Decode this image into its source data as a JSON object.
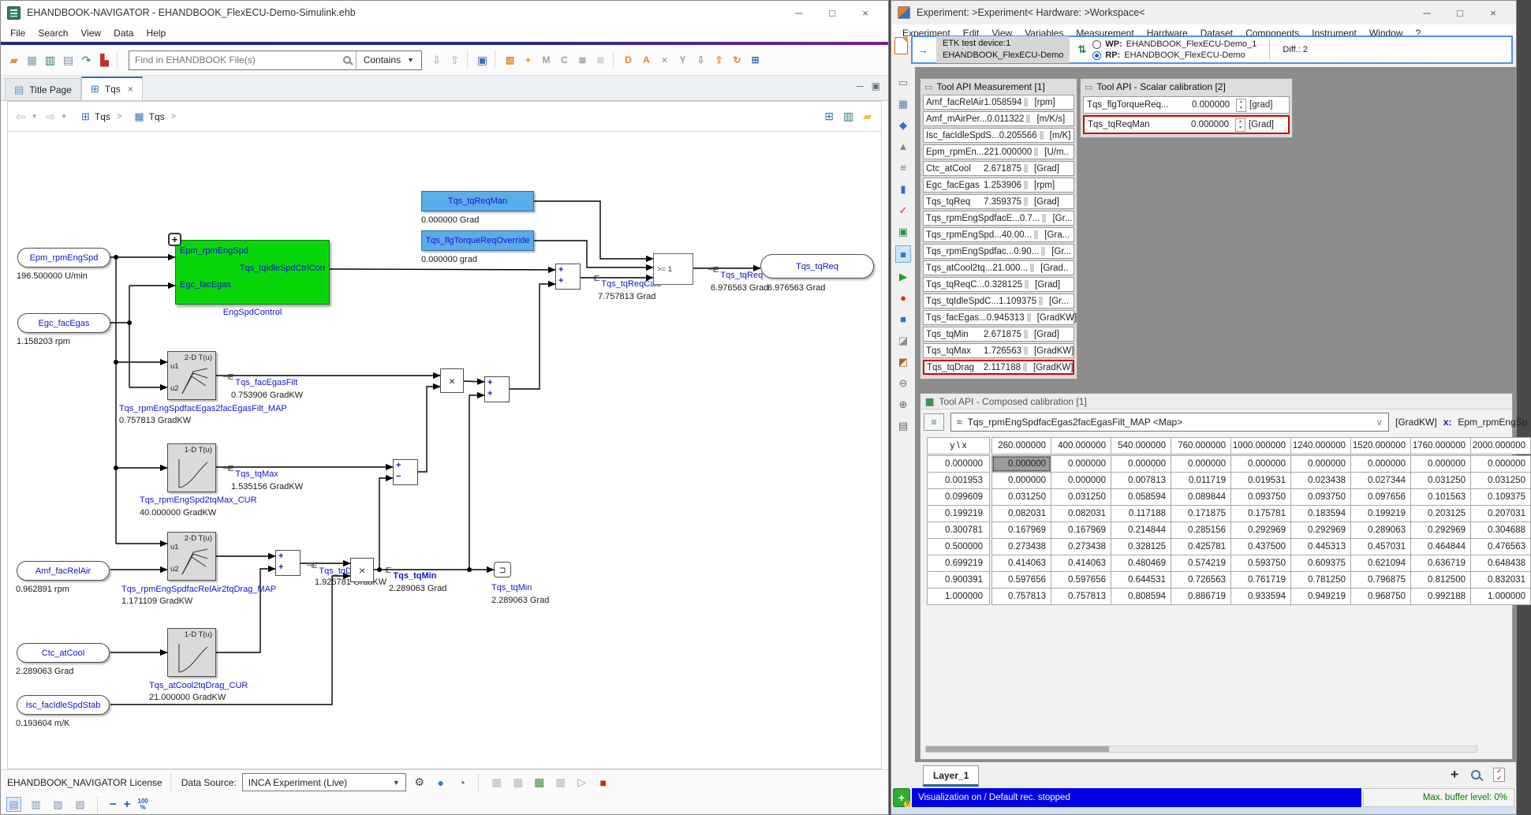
{
  "left_window": {
    "title": "EHANDBOOK-NAVIGATOR - EHANDBOOK_FlexECU-Demo-Simulink.ehb",
    "menu": [
      "File",
      "Search",
      "View",
      "Data",
      "Help"
    ],
    "toolbar": {
      "search_placeholder": "Find in EHANDBOOK File(s)",
      "contains_label": "Contains",
      "icons_file": [
        {
          "name": "open-folder-icon",
          "glyph": "▰",
          "color": "#d89c3a"
        },
        {
          "name": "save-icon",
          "glyph": "▦",
          "color": "#8a97a8"
        },
        {
          "name": "ebook-icon",
          "glyph": "▥",
          "color": "#2f7d6d"
        },
        {
          "name": "print-icon",
          "glyph": "▤",
          "color": "#7d8da0"
        },
        {
          "name": "export-book-icon",
          "glyph": "↷",
          "color": "#2f7d6d"
        },
        {
          "name": "pdf-export-icon",
          "glyph": "▙",
          "color": "#c03028"
        }
      ],
      "icons_nav": [
        {
          "name": "search-down-icon",
          "glyph": "⇩",
          "color": "#9aa4ae"
        },
        {
          "name": "search-up-icon",
          "glyph": "⇧",
          "color": "#9aa4ae"
        }
      ],
      "icons_window": [
        {
          "name": "window-icon",
          "glyph": "▣",
          "color": "#3b6fbb"
        }
      ],
      "icons_blocks": [
        {
          "name": "add-folder-icon",
          "glyph": "▧",
          "color": "#e08a28"
        },
        {
          "name": "add-block-icon",
          "glyph": "+",
          "color": "#e08a28"
        },
        {
          "name": "block-m-icon",
          "glyph": "M",
          "color": "#98a2ae"
        },
        {
          "name": "block-c-icon",
          "glyph": "C",
          "color": "#98a2ae"
        },
        {
          "name": "list-icon",
          "glyph": "≣",
          "color": "#98a2ae"
        },
        {
          "name": "list-remove-icon",
          "glyph": "≣",
          "color": "#c4c9cf"
        }
      ],
      "icons_data": [
        {
          "name": "block-d-icon",
          "glyph": "D",
          "color": "#e08a28"
        },
        {
          "name": "block-a-icon",
          "glyph": "A",
          "color": "#e08a28"
        },
        {
          "name": "block-remove-icon",
          "glyph": "×",
          "color": "#98a2ae"
        },
        {
          "name": "branch-icon",
          "glyph": "Y",
          "color": "#98a2ae"
        },
        {
          "name": "arrow-down-icon",
          "glyph": "⇩",
          "color": "#98a2ae"
        },
        {
          "name": "arrow-up-icon",
          "glyph": "⇧",
          "color": "#e08a28"
        },
        {
          "name": "refresh-block-icon",
          "glyph": "↻",
          "color": "#e08a28"
        },
        {
          "name": "tile-windows-icon",
          "glyph": "⊞",
          "color": "#3b6fbb"
        }
      ]
    },
    "tabs": {
      "title_page": "Title Page",
      "tqs": "Tqs"
    },
    "breadcrumb": {
      "item1": "Tqs",
      "item2": "Tqs"
    },
    "diagram": {
      "inport_epm": {
        "label": "Epm_rpmEngSpd",
        "value": "196.500000 U/min"
      },
      "inport_egc": {
        "label": "Egc_facEgas",
        "value": "1.158203 rpm"
      },
      "inport_amf": {
        "label": "Amf_facRelAir",
        "value": "0.962891 rpm"
      },
      "inport_ctc": {
        "label": "Ctc_atCool",
        "value": "2.289063 Grad"
      },
      "inport_isc": {
        "label": "Isc_facIdleSpdStab",
        "value": "0.193604 m/K"
      },
      "outport_tqreq": {
        "label": "Tqs_tqReq",
        "value": "6.976563 Grad"
      },
      "from_tqreqman": {
        "label": "Tqs_tqReqMan",
        "value": "0.000000 Grad"
      },
      "from_override": {
        "label": "Tqs_flgTorqueReqOverride",
        "value": "0.000000 grad"
      },
      "subsystem": {
        "in1": "Epm_rpmEngSpd",
        "in2": "Egc_facEgas",
        "out": "Tqs_tqIdleSpdCtrlCorr",
        "name": "EngSpdControl"
      },
      "lut_egas": {
        "type": "2-D T(u)",
        "u1": "u1",
        "u2": "u2",
        "name": "Tqs_rpmEngSpdfacEgas2facEgasFilt_MAP",
        "value": "0.757813 GradKW"
      },
      "lut_tqmax": {
        "type": "1-D T(u)",
        "name": "Tqs_rpmEngSpd2tqMax_CUR",
        "value": "40.000000 GradKW"
      },
      "lut_drag": {
        "type": "2-D T(u)",
        "u1": "u1",
        "u2": "u2",
        "name": "Tqs_rpmEngSpdfacRelAir2tqDrag_MAP",
        "value": "1.171109 GradKW"
      },
      "lut_atcool": {
        "type": "1-D T(u)",
        "name": "Tqs_atCool2tqDrag_CUR",
        "value": "21.000000 GradKW"
      },
      "switch_label": ">= 1",
      "goto": {
        "label": "Tqs_tqMin",
        "value": "2.289063 Grad"
      },
      "sig_facegasfilt": {
        "label": "Tqs_facEgasFilt",
        "value": "0.753906 GradKW"
      },
      "sig_tqmax": {
        "label": "Tqs_tqMax",
        "value": "1.535156 GradKW"
      },
      "sig_tqdrag": {
        "label": "Tqs_tqDrag",
        "value": "1.925781 GradKW"
      },
      "sig_tqmin": {
        "label": "Tqs_tqMin",
        "value": "2.289063 Grad"
      },
      "sig_tqreqcalc": {
        "label": "Tqs_tqReqCalc",
        "value": "7.757813 Grad"
      },
      "sig_tqreq": {
        "label": "Tqs_tqReq",
        "value": "6.976563 Grad"
      }
    },
    "statusbar": {
      "license": "EHANDBOOK_NAVIGATOR License",
      "data_source_label": "Data Source:",
      "data_source_value": "INCA Experiment (Live)",
      "zoom_value": "100",
      "zoom_percent": "%"
    }
  },
  "right_window": {
    "title": "Experiment: >Experiment< Hardware: >Workspace<",
    "menu": [
      "Experiment",
      "Edit",
      "View",
      "Variables",
      "Measurement",
      "Hardware",
      "Dataset",
      "Components",
      "Instrument",
      "Window",
      "?"
    ],
    "device_bar": {
      "device_line1": "ETK test device:1",
      "device_line2": "EHANDBOOK_FlexECU-Demo",
      "wp_label": "WP:",
      "wp_value": "EHANDBOOK_FlexECU-Demo_1",
      "rp_label": "RP:",
      "rp_value": "EHANDBOOK_FlexECU-Demo",
      "diff": "Diff.: 2"
    },
    "vt_icons": [
      {
        "name": "ruler-icon",
        "glyph": "▭",
        "color": "#777777"
      },
      {
        "name": "save-dataset-icon",
        "glyph": "▦",
        "color": "#5b7fae"
      },
      {
        "name": "gem-icon",
        "glyph": "◆",
        "color": "#2f6fd0"
      },
      {
        "name": "chart-edit-icon",
        "glyph": "▲",
        "color": "#8a8a8a"
      },
      {
        "name": "sliders-icon",
        "glyph": "≡",
        "color": "#777777"
      },
      {
        "name": "chart-icon",
        "glyph": "▮",
        "color": "#2f6fd0"
      },
      {
        "name": "checklist-icon",
        "glyph": "✓",
        "color": "#cc2222"
      },
      {
        "name": "vb-icon",
        "glyph": "▣",
        "color": "#2e8b44"
      },
      {
        "name": "display-icon",
        "glyph": "■",
        "color": "#2f7bd4"
      },
      {
        "name": "start-measurement-icon",
        "glyph": "▶",
        "color": "#1da11d"
      },
      {
        "name": "record-icon",
        "glyph": "●",
        "color": "#e03010"
      },
      {
        "name": "stop-icon",
        "glyph": "■",
        "color": "#2f6fd0"
      },
      {
        "name": "hammer-icon",
        "glyph": "◪",
        "color": "#8a8a8a"
      },
      {
        "name": "tool-red-icon",
        "glyph": "◩",
        "color": "#b0622a"
      },
      {
        "name": "zoom-out-icon",
        "glyph": "⊖",
        "color": "#666677"
      },
      {
        "name": "zoom-in-icon",
        "glyph": "⊕",
        "color": "#666677"
      },
      {
        "name": "layers-icon",
        "glyph": "▤",
        "color": "#666677"
      }
    ],
    "measurement_panel": {
      "title": "Tool API Measurement [1]",
      "rows": [
        {
          "name": "Amf_facRelAir",
          "value": "1.058594",
          "unit": "[rpm]"
        },
        {
          "name": "Amf_mAirPer...",
          "value": "0.011322",
          "unit": "[m/K/s]"
        },
        {
          "name": "Isc_facIdleSpdS...",
          "value": "0.205566",
          "unit": "[m/K]"
        },
        {
          "name": "Epm_rpmEn...",
          "value": "221.000000",
          "unit": "[U/m.."
        },
        {
          "name": "Ctc_atCool",
          "value": "2.671875",
          "unit": "[Grad]"
        },
        {
          "name": "Egc_facEgas",
          "value": "1.253906",
          "unit": "[rpm]"
        },
        {
          "name": "Tqs_tqReq",
          "value": "7.359375",
          "unit": "[Grad]"
        },
        {
          "name": "Tqs_rpmEngSpdfacE...",
          "value": "0.7...",
          "unit": "[Gr..."
        },
        {
          "name": "Tqs_rpmEngSpd...",
          "value": "40.00...",
          "unit": "[Gra..."
        },
        {
          "name": "Tqs_rpmEngSpdfac...",
          "value": "0.90...",
          "unit": "[Gr..."
        },
        {
          "name": "Tqs_atCool2tq...",
          "value": "21.000...",
          "unit": "[Grad.."
        },
        {
          "name": "Tqs_tqReqC...",
          "value": "0.328125",
          "unit": "[Grad]"
        },
        {
          "name": "Tqs_tqIdleSpdC...",
          "value": "1.109375",
          "unit": "[Gr..."
        },
        {
          "name": "Tqs_facEgas...",
          "value": "0.945313",
          "unit": "[GradKW]"
        },
        {
          "name": "Tqs_tqMin",
          "value": "2.671875",
          "unit": "[Grad]"
        },
        {
          "name": "Tqs_tqMax",
          "value": "1.726563",
          "unit": "[GradKW]"
        },
        {
          "name": "Tqs_tqDrag",
          "value": "2.117188",
          "unit": "[GradKW]"
        }
      ]
    },
    "scalar_panel": {
      "title": "Tool API - Scalar calibration [2]",
      "rows": [
        {
          "name": "Tqs_flgTorqueReq...",
          "value": "0.000000",
          "unit": "[grad]"
        },
        {
          "name": "Tqs_tqReqMan",
          "value": "0.000000",
          "unit": "[Grad]"
        }
      ]
    },
    "composed_panel": {
      "title": "Tool API - Composed calibration [1]",
      "map_selector": "Tqs_rpmEngSpdfacEgas2facEgasFilt_MAP <Map>",
      "unit": "[GradKW]",
      "x_label": "x:",
      "x_value": "Epm_rpmEngSp",
      "corner": "y \\ x",
      "columns": [
        "260.000000",
        "400.000000",
        "540.000000",
        "760.000000",
        "1000.000000",
        "1240.000000",
        "1520.000000",
        "1760.000000",
        "2000.000000"
      ],
      "rows": [
        {
          "y": "0.000000",
          "cells": [
            "0.000000",
            "0.000000",
            "0.000000",
            "0.000000",
            "0.000000",
            "0.000000",
            "0.000000",
            "0.000000",
            "0.000000"
          ]
        },
        {
          "y": "0.001953",
          "cells": [
            "0.000000",
            "0.000000",
            "0.007813",
            "0.011719",
            "0.019531",
            "0.023438",
            "0.027344",
            "0.031250",
            "0.031250"
          ]
        },
        {
          "y": "0.099609",
          "cells": [
            "0.031250",
            "0.031250",
            "0.058594",
            "0.089844",
            "0.093750",
            "0.093750",
            "0.097656",
            "0.101563",
            "0.109375"
          ]
        },
        {
          "y": "0.199219",
          "cells": [
            "0.082031",
            "0.082031",
            "0.117188",
            "0.171875",
            "0.175781",
            "0.183594",
            "0.199219",
            "0.203125",
            "0.207031"
          ]
        },
        {
          "y": "0.300781",
          "cells": [
            "0.167969",
            "0.167969",
            "0.214844",
            "0.285156",
            "0.292969",
            "0.292969",
            "0.289063",
            "0.292969",
            "0.304688"
          ]
        },
        {
          "y": "0.500000",
          "cells": [
            "0.273438",
            "0.273438",
            "0.328125",
            "0.425781",
            "0.437500",
            "0.445313",
            "0.457031",
            "0.464844",
            "0.476563"
          ]
        },
        {
          "y": "0.699219",
          "cells": [
            "0.414063",
            "0.414063",
            "0.480469",
            "0.574219",
            "0.593750",
            "0.609375",
            "0.621094",
            "0.636719",
            "0.648438"
          ]
        },
        {
          "y": "0.900391",
          "cells": [
            "0.597656",
            "0.597656",
            "0.644531",
            "0.726563",
            "0.761719",
            "0.781250",
            "0.796875",
            "0.812500",
            "0.832031"
          ]
        },
        {
          "y": "1.000000",
          "cells": [
            "0.757813",
            "0.757813",
            "0.808594",
            "0.886719",
            "0.933594",
            "0.949219",
            "0.968750",
            "0.992188",
            "1.000000"
          ]
        }
      ]
    },
    "layer_tab": "Layer_1",
    "status": {
      "text": "Visualization on / Default rec. stopped",
      "buffer": "Max. buffer level: 0%"
    }
  }
}
